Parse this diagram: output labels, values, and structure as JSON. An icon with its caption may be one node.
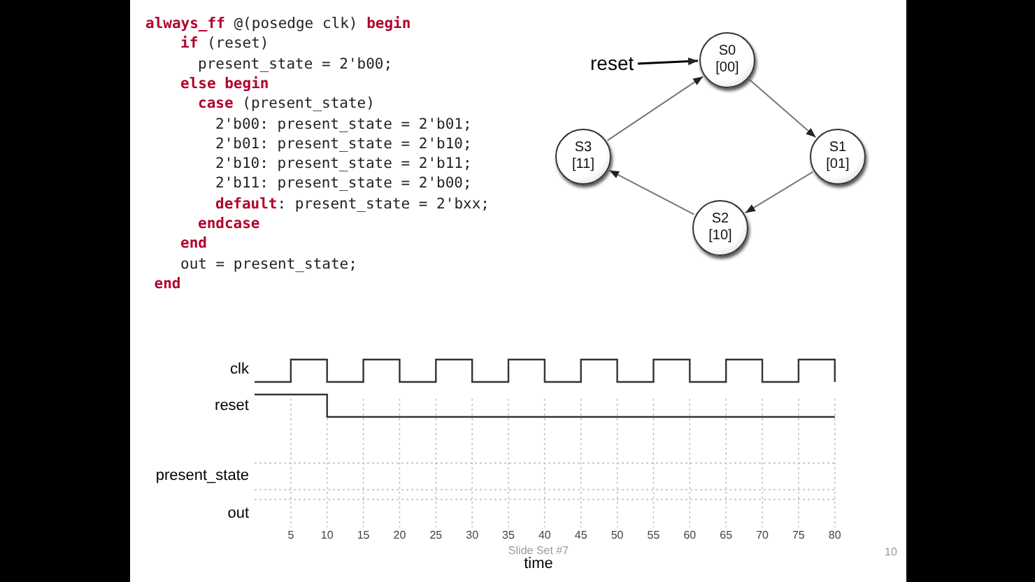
{
  "diagram": {
    "nodes": [
      {
        "text": [
          "S0",
          "[00]"
        ]
      },
      {
        "text": [
          "S1",
          "[01]"
        ]
      },
      {
        "text": [
          "S2",
          "[10]"
        ]
      },
      {
        "text": [
          "S3",
          "[11]"
        ]
      },
      {
        "text": [
          "reset"
        ]
      }
    ],
    "edges": [
      {
        "from": 4,
        "to": 0,
        "arrow": "to",
        "color": "#000000"
      },
      {
        "from": 0,
        "to": 1,
        "arrow": "to"
      },
      {
        "from": 1,
        "to": 2,
        "arrow": "to"
      },
      {
        "from": 2,
        "to": 3,
        "arrow": "to"
      },
      {
        "from": 3,
        "to": 0,
        "arrow": "to"
      }
    ],
    "labels": [
      "**always_ff** @(posedge clk) **begin**",
      "**if** (reset)",
      "present_state = 2'b00;",
      "**else begin**",
      "**case** (present_state)",
      "2'b00: present_state = 2'b01;",
      "2'b01: present_state = 2'b10;",
      "2'b10: present_state = 2'b11;",
      "2'b11: present_state = 2'b00;",
      "**default**: present_state = 2'bxx;",
      "**endcase**",
      "**end**",
      "out = present_state;",
      "**end**",
      "clk",
      "reset",
      "present_state",
      "out",
      "5",
      "10",
      "15",
      "20",
      "25",
      "30",
      "35",
      "40",
      "45",
      "50",
      "55",
      "60",
      "65",
      "70",
      "75",
      "80",
      "Slide Set #7",
      "time",
      "10"
    ]
  }
}
